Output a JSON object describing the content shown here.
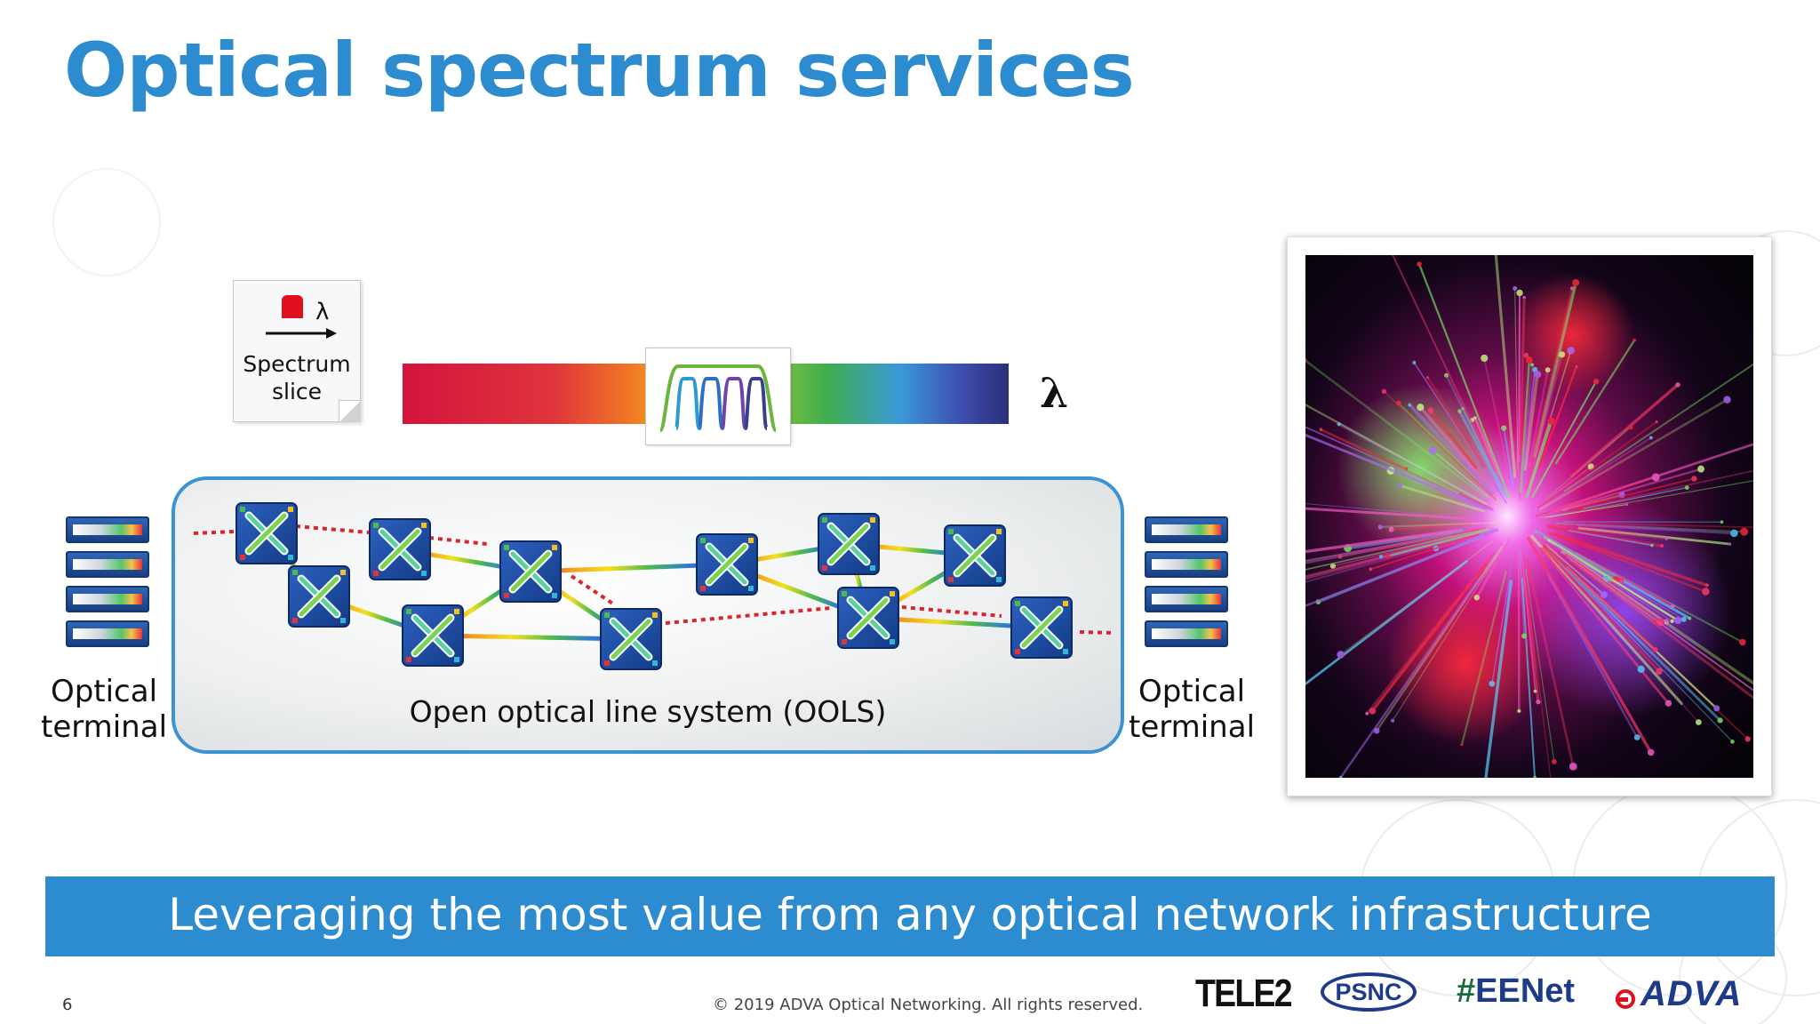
{
  "slide": {
    "title": "Optical spectrum services",
    "page_number": "6",
    "copyright": "© 2019 ADVA Optical Networking. All rights reserved."
  },
  "spectrum_note": {
    "lambda": "λ",
    "label": "Spectrum\nslice"
  },
  "spectrum_axis_label": "λ",
  "ools_label": "Open optical line system (OOLS)",
  "terminals": {
    "left_label": "Optical\nterminal",
    "right_label": "Optical\nterminal"
  },
  "banner": {
    "text": "Leveraging the most value from any optical network infrastructure"
  },
  "logos": {
    "tele2": "TELE2",
    "psnc": "PSNC",
    "eenet_hash": "#",
    "eenet": "EENet",
    "adva": "ADVA"
  },
  "colors": {
    "accent_blue": "#2d8ccf",
    "ools_border": "#3a93d4",
    "dotted_path": "#d8262c"
  },
  "icons": {
    "switch_node": "roadm-x-icon",
    "terminal": "transponder-icon",
    "filter": "spectrum-filter-icon"
  }
}
